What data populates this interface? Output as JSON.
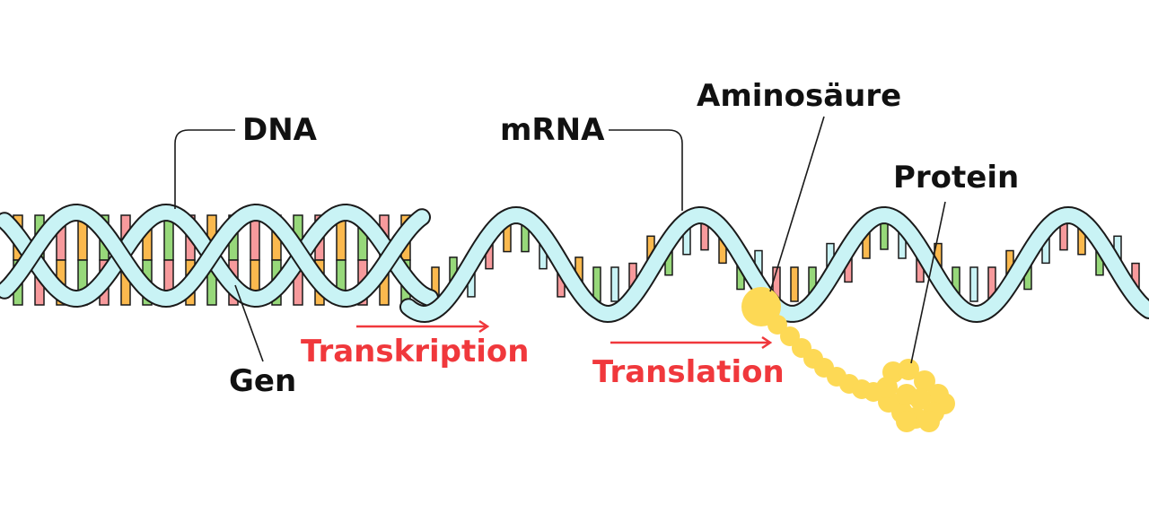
{
  "labels": {
    "dna": "DNA",
    "mrna": "mRNA",
    "amino_acid": "Aminosäure",
    "protein": "Protein",
    "gene": "Gen",
    "transcription": "Transkription",
    "translation": "Translation"
  },
  "colors": {
    "backbone": "#c9f3f5",
    "outline": "#1a1a1a",
    "base_pink": "#f79a9c",
    "base_orange": "#fbb94e",
    "base_green": "#97d87a",
    "base_cyan": "#c9f3f5",
    "protein": "#fdd955",
    "process": "#f0383c"
  }
}
